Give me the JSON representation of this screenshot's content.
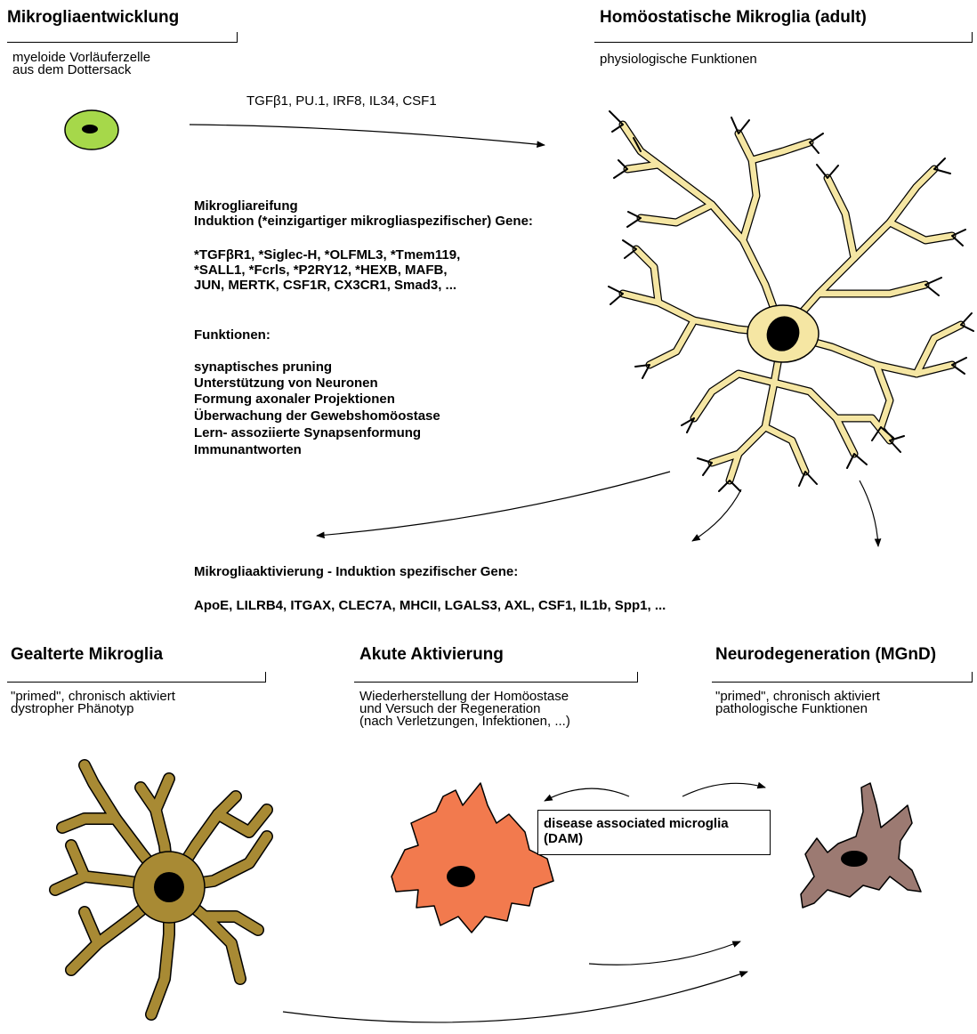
{
  "development": {
    "heading": "Mikrogliaentwicklung",
    "description": [
      "myeloide Vorläuferzelle",
      "aus dem Dottersack"
    ]
  },
  "factors": "TGFβ1, PU.1, IRF8, IL34, CSF1",
  "homeostatic": {
    "heading": "Homöostatische Mikroglia (adult)",
    "description": "physiologische Funktionen"
  },
  "maturation": {
    "title": "Mikrogliareifung",
    "induction": "Induktion (*einzigartiger mikrogliaspezifischer) Gene:",
    "genes": [
      "*TGFβR1, *Siglec-H, *OLFML3, *Tmem119,",
      "*SALL1, *Fcrls, *P2RY12, *HEXB, MAFB,",
      "JUN, MERTK, CSF1R, CX3CR1, Smad3, ..."
    ],
    "functions_title": "Funktionen:",
    "functions": [
      "synaptisches pruning",
      "Unterstützung von Neuronen",
      "Formung axonaler Projektionen",
      "Überwachung der Gewebshomöostase",
      "Lern- assoziierte Synapsenformung",
      "Immunantworten"
    ]
  },
  "activation": {
    "title": "Mikrogliaaktivierung - Induktion spezifischer Gene:",
    "genes": "ApoE, LILRB4, ITGAX, CLEC7A, MHCII, LGALS3, AXL, CSF1, IL1b, Spp1, ..."
  },
  "aged": {
    "heading": "Gealterte Mikroglia",
    "description": [
      "\"primed\", chronisch aktiviert",
      "dystropher Phänotyp"
    ]
  },
  "acute": {
    "heading": "Akute Aktivierung",
    "description": [
      "Wiederherstellung der Homöostase",
      "und Versuch der Regeneration",
      "(nach Verletzungen, Infektionen, ...)"
    ]
  },
  "neurodegeneration": {
    "heading": "Neurodegeneration (MGnD)",
    "description": [
      "\"primed\", chronisch aktiviert",
      "pathologische Funktionen"
    ]
  },
  "dam": [
    "disease associated microglia",
    "(DAM)"
  ],
  "colors": {
    "progenitor": "#a6d84a",
    "homeostatic": "#f5e6a3",
    "aged": "#a88a34",
    "acute": "#f27a4e",
    "mgnd": "#9c7a72",
    "nucleus": "#000000"
  }
}
